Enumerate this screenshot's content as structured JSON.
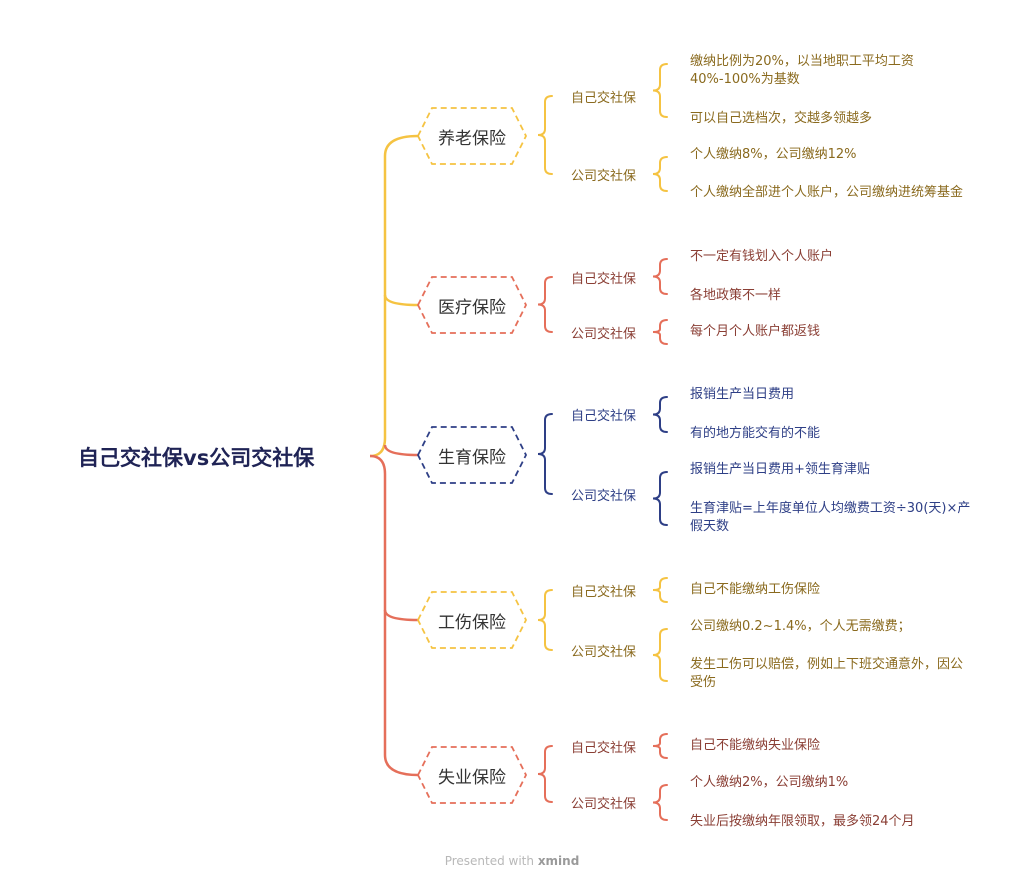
{
  "root": "自己交社保vs公司交社保",
  "footer": {
    "prefix": "Presented with",
    "brand": "xmind"
  },
  "colors": {
    "yellow": "#f5c342",
    "orange": "#e56f5a",
    "navy": "#2e3f86",
    "root_text": "#1f2355"
  },
  "categories": [
    {
      "name": "养老保险",
      "color": "#f5c342",
      "text_color": "#8a6a1e",
      "subs": [
        {
          "label": "自己交社保",
          "leaves": [
            "缴纳比例为20%，以当地职工平均工资",
            "40%-100%为基数",
            "可以自己选档次，交越多领越多"
          ]
        },
        {
          "label": "公司交社保",
          "leaves": [
            "个人缴纳8%，公司缴纳12%",
            "个人缴纳全部进个人账户，公司缴纳进统筹基金"
          ]
        }
      ]
    },
    {
      "name": "医疗保险",
      "color": "#e56f5a",
      "text_color": "#8a3e34",
      "subs": [
        {
          "label": "自己交社保",
          "leaves": [
            "不一定有钱划入个人账户",
            "各地政策不一样"
          ]
        },
        {
          "label": "公司交社保",
          "leaves": [
            "每个月个人账户都返钱"
          ]
        }
      ]
    },
    {
      "name": "生育保险",
      "color": "#2e3f86",
      "text_color": "#2e3f86",
      "subs": [
        {
          "label": "自己交社保",
          "leaves": [
            "报销生产当日费用",
            "有的地方能交有的不能"
          ]
        },
        {
          "label": "公司交社保",
          "leaves": [
            "报销生产当日费用+领生育津贴",
            "生育津贴=上年度单位人均缴费工资÷30(天)×产",
            "假天数"
          ]
        }
      ]
    },
    {
      "name": "工伤保险",
      "color": "#f5c342",
      "text_color": "#8a6a1e",
      "subs": [
        {
          "label": "自己交社保",
          "leaves": [
            "自己不能缴纳工伤保险"
          ]
        },
        {
          "label": "公司交社保",
          "leaves": [
            "公司缴纳0.2~1.4%，个人无需缴费；",
            "发生工伤可以赔偿，例如上下班交通意外，因公",
            "受伤"
          ]
        }
      ]
    },
    {
      "name": "失业保险",
      "color": "#e56f5a",
      "text_color": "#8a3e34",
      "subs": [
        {
          "label": "自己交社保",
          "leaves": [
            "自己不能缴纳失业保险"
          ]
        },
        {
          "label": "公司交社保",
          "leaves": [
            "个人缴纳2%，公司缴纳1%",
            "失业后按缴纳年限领取，最多领24个月"
          ]
        }
      ]
    }
  ]
}
